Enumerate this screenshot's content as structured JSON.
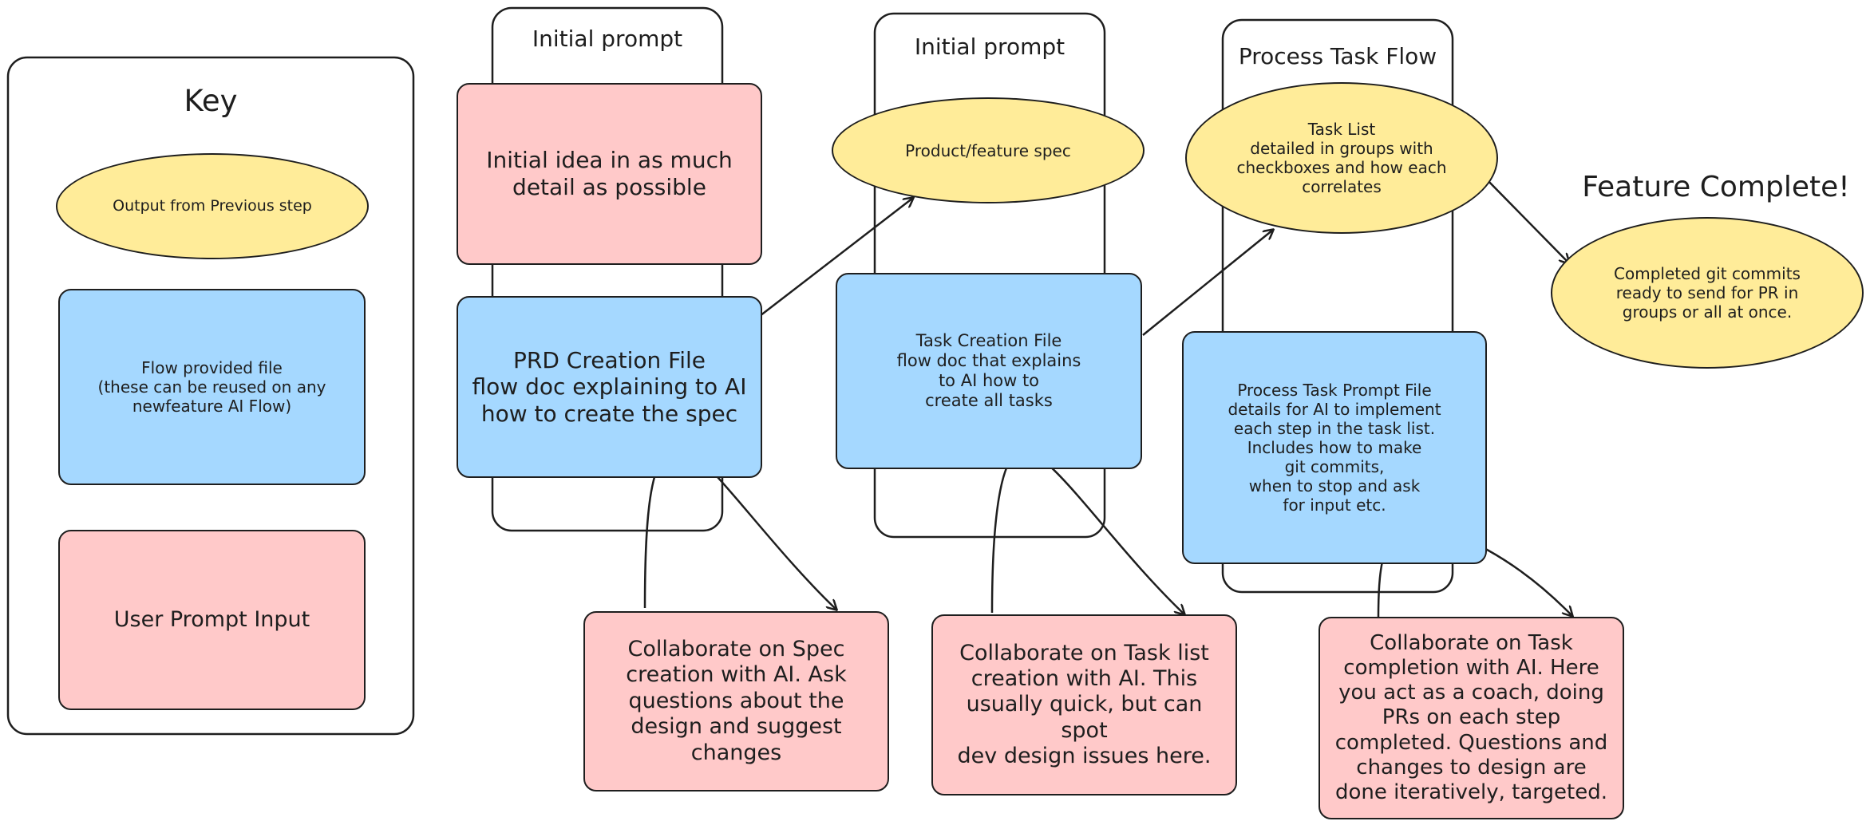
{
  "colors": {
    "stroke": "#1e1e1e",
    "user_prompt": "#ffc9c9",
    "flow_file": "#a5d8ff",
    "output": "#ffec99"
  },
  "key": {
    "title": "Key",
    "output_label": "Output from Previous step",
    "flow_file_label": "Flow provided file\n(these can be reused on any\nnewfeature AI Flow)",
    "user_prompt_label": "User Prompt Input"
  },
  "column1": {
    "header": "Initial prompt",
    "idea_text": "Initial idea in as much\ndetail as possible",
    "prd_file_text": "PRD Creation File\nflow doc explaining to AI\nhow to create the spec",
    "collab_text": "Collaborate on Spec\ncreation with AI. Ask\nquestions about the\ndesign and suggest\nchanges"
  },
  "column2": {
    "header": "Initial prompt",
    "spec_output_text": "Product/feature spec",
    "task_file_text": "Task Creation File\nflow doc that explains\nto AI how to\ncreate all tasks",
    "collab_text": "Collaborate on Task list\ncreation with AI. This\nusually quick, but can spot\ndev design issues here."
  },
  "column3": {
    "header": "Process Task Flow",
    "task_list_text": "Task List\ndetailed in groups with\ncheckboxes and how each\ncorrelates",
    "process_file_text": "Process Task Prompt File\ndetails for AI to implement\neach step in the task list.\nIncludes how to make\ngit commits,\nwhen to stop and ask\nfor input etc.",
    "collab_text": "Collaborate on Task\ncompletion with AI. Here\nyou act as a coach, doing\nPRs on each step\ncompleted. Questions and\nchanges to design are\ndone iteratively, targeted."
  },
  "final": {
    "title": "Feature Complete!",
    "output_text": "Completed git commits\nready to send for PR in\ngroups or all at once."
  }
}
